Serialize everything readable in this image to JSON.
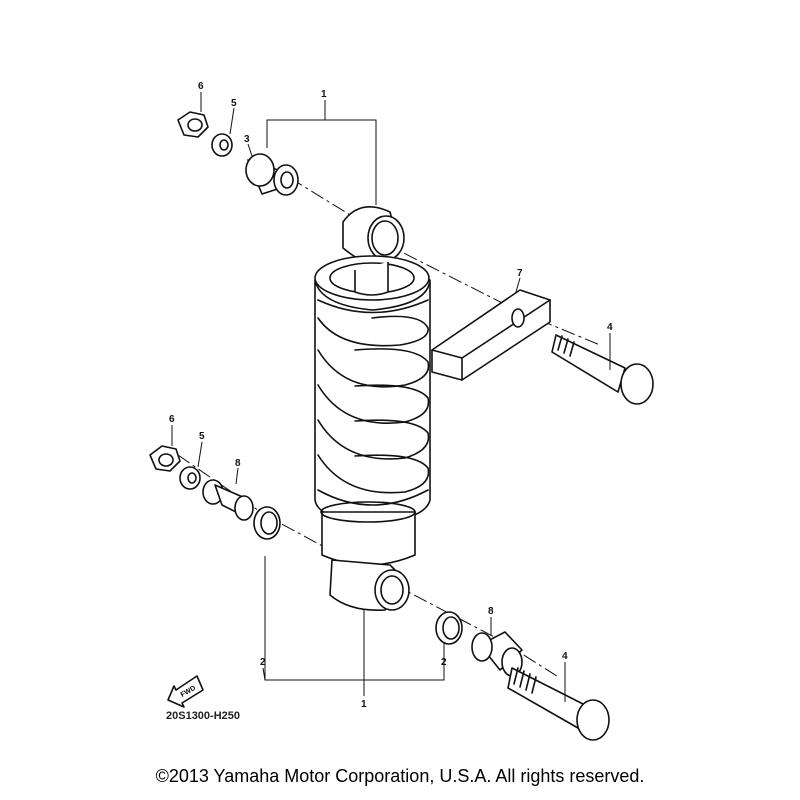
{
  "diagram": {
    "callouts": {
      "c1_top": "1",
      "c6_top": "6",
      "c5_top": "5",
      "c3": "3",
      "c7": "7",
      "c4_top": "4",
      "c6_mid": "6",
      "c5_mid": "5",
      "c8_left": "8",
      "c2_left": "2",
      "c1_bottom": "1",
      "c8_right": "8",
      "c2_right": "2",
      "c4_bottom": "4"
    },
    "fwd_label": "FWD",
    "diagram_code": "20S1300-H250"
  },
  "footer": {
    "copyright": "©2013 Yamaha Motor Corporation, U.S.A. All rights reserved."
  }
}
